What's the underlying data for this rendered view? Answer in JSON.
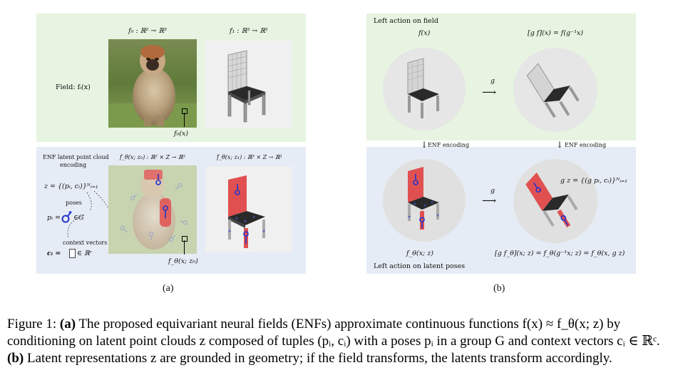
{
  "panel_a": {
    "f0_title": "f₀ : ℝ² → ℝ³",
    "f1_title": "f₁ : ℝ³ → ℝ¹",
    "field_label": "Field:  fᵢ(x)",
    "f0x_callout": "f₀(x)",
    "enf_label_line1": "ENF latent point cloud",
    "enf_label_line2": "encoding",
    "ftheta0_title": "f_θ(x; z₀) : ℝ² × Z → ℝ³",
    "ftheta1_title": "f_θ(x; z₁) : ℝ³ × Z → ℝ¹",
    "z_def": "z = {(pᵢ, cᵢ)}ᴺᵢ₌₁",
    "poses_label": "poses",
    "pose_def_left": "pᵢ =",
    "pose_def_right": "∈G",
    "context_label": "context vectors",
    "context_def_left": "cᵢ =",
    "context_def_right": "∈ ℝᶜ",
    "ftheta_callout": "f_θ(x; z₀)",
    "sublabel": "(a)"
  },
  "panel_b": {
    "top_title": "Left action on field",
    "fx_label": "f(x)",
    "gf_label": "[g f](x) = f(g⁻¹x)",
    "g_top": "g",
    "enf_encoding_left": "ENF encoding",
    "enf_encoding_right": "ENF encoding",
    "g_bottom": "g",
    "gz_label": "g z = {(g pᵢ, cᵢ)}ᴺᵢ₌₁",
    "ftheta_label": "f_θ(x; z)",
    "gftheta_label": "[g f_θ](x; z) = f_θ(g⁻¹x; z) = f_θ(x, g z)",
    "bottom_title": "Left action on latent poses",
    "sublabel": "(b)"
  },
  "caption": {
    "prefix": "Figure 1: ",
    "a_tag": "(a)",
    "a_text": " The proposed equivariant neural fields (ENFs) approximate continuous functions f(x) ≈ f_θ(x; z) by conditioning on latent point clouds z composed of tuples (pᵢ, cᵢ) with a poses pᵢ in a group G and context vectors cᵢ ∈ ℝᶜ. ",
    "b_tag": "(b)",
    "b_text": " Latent representations z are grounded in geometry; if the field transforms, the latents transform accordingly."
  },
  "colors": {
    "green_panel": "#e6f4e1",
    "blue_panel": "#e6ecf5",
    "arrow_blue": "#2233cc",
    "chair_red": "#e05050"
  }
}
